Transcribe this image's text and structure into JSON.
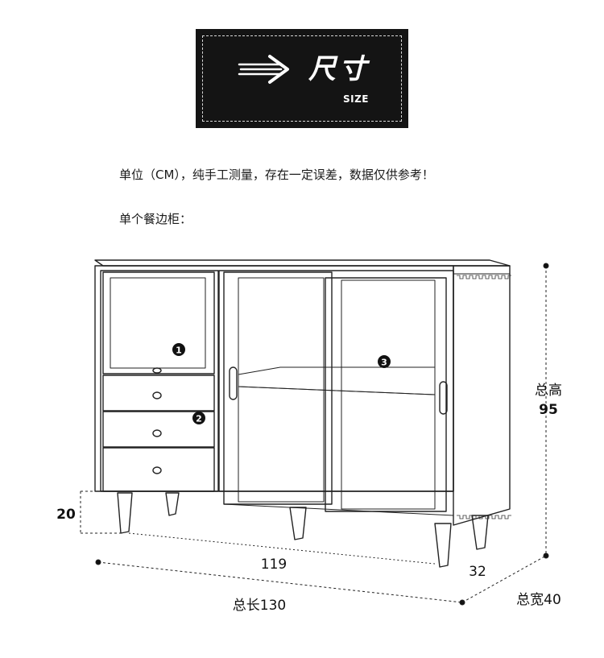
{
  "banner": {
    "title": "尺寸",
    "subtitle": "SIZE"
  },
  "note": "单位（CM），纯手工测量，存在一定误差，数据仅供参考！",
  "subheading": "单个餐边柜：",
  "markers": [
    "1",
    "2",
    "3"
  ],
  "dimensions": {
    "total_height_label": "总高",
    "total_height_value": "95",
    "leg_height": "20",
    "inner_length": "119",
    "depth_inner": "32",
    "total_length": "总长130",
    "total_width": "总宽40"
  }
}
